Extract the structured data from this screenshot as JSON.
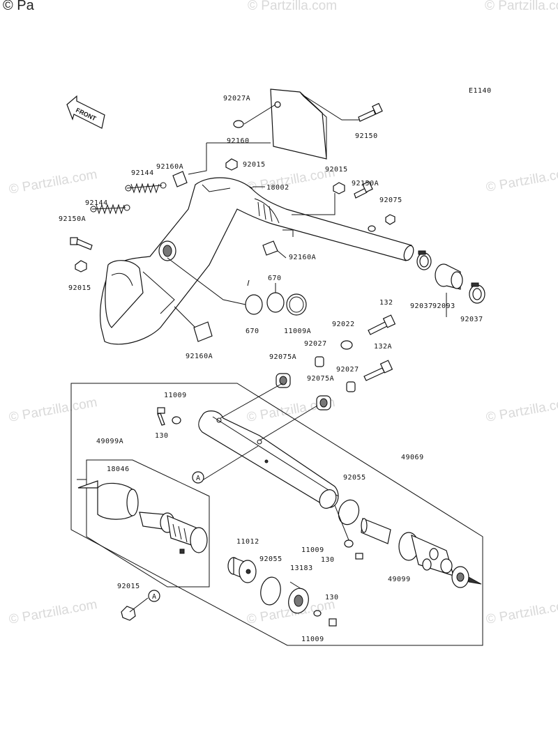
{
  "watermark": {
    "top_partial": "© Pa",
    "text": "© Partzilla.com"
  },
  "diagram": {
    "code": "E1140",
    "front_label": "FRONT"
  },
  "callouts": [
    {
      "id": "c1",
      "text": "92027A"
    },
    {
      "id": "c2",
      "text": "92160"
    },
    {
      "id": "c3",
      "text": "92150"
    },
    {
      "id": "c4",
      "text": "92160A"
    },
    {
      "id": "c5",
      "text": "92015"
    },
    {
      "id": "c6",
      "text": "92015"
    },
    {
      "id": "c7",
      "text": "18002"
    },
    {
      "id": "c8",
      "text": "92144"
    },
    {
      "id": "c9",
      "text": "92150A"
    },
    {
      "id": "c10",
      "text": "92075"
    },
    {
      "id": "c11",
      "text": "92144"
    },
    {
      "id": "c12",
      "text": "92150A"
    },
    {
      "id": "c13",
      "text": "92160A"
    },
    {
      "id": "c14",
      "text": "92015"
    },
    {
      "id": "c15",
      "text": "670"
    },
    {
      "id": "c16",
      "text": "670"
    },
    {
      "id": "c17",
      "text": "11009A"
    },
    {
      "id": "c18",
      "text": "92037"
    },
    {
      "id": "c19",
      "text": "92093"
    },
    {
      "id": "c20",
      "text": "92037"
    },
    {
      "id": "c21",
      "text": "132"
    },
    {
      "id": "c22",
      "text": "92022"
    },
    {
      "id": "c23",
      "text": "92027"
    },
    {
      "id": "c24",
      "text": "132A"
    },
    {
      "id": "c25",
      "text": "92160A"
    },
    {
      "id": "c26",
      "text": "92075A"
    },
    {
      "id": "c27",
      "text": "92027"
    },
    {
      "id": "c28",
      "text": "92075A"
    },
    {
      "id": "c29",
      "text": "11009"
    },
    {
      "id": "c30",
      "text": "130"
    },
    {
      "id": "c31",
      "text": "49099A"
    },
    {
      "id": "c32",
      "text": "18046"
    },
    {
      "id": "c33",
      "text": "49069"
    },
    {
      "id": "c34",
      "text": "A"
    },
    {
      "id": "c35",
      "text": "92055"
    },
    {
      "id": "c36",
      "text": "11012"
    },
    {
      "id": "c37",
      "text": "92055"
    },
    {
      "id": "c38",
      "text": "11009"
    },
    {
      "id": "c39",
      "text": "130"
    },
    {
      "id": "c40",
      "text": "13183"
    },
    {
      "id": "c41",
      "text": "49099"
    },
    {
      "id": "c42",
      "text": "92015"
    },
    {
      "id": "c43",
      "text": "A"
    },
    {
      "id": "c44",
      "text": "130"
    },
    {
      "id": "c45",
      "text": "11009"
    }
  ]
}
